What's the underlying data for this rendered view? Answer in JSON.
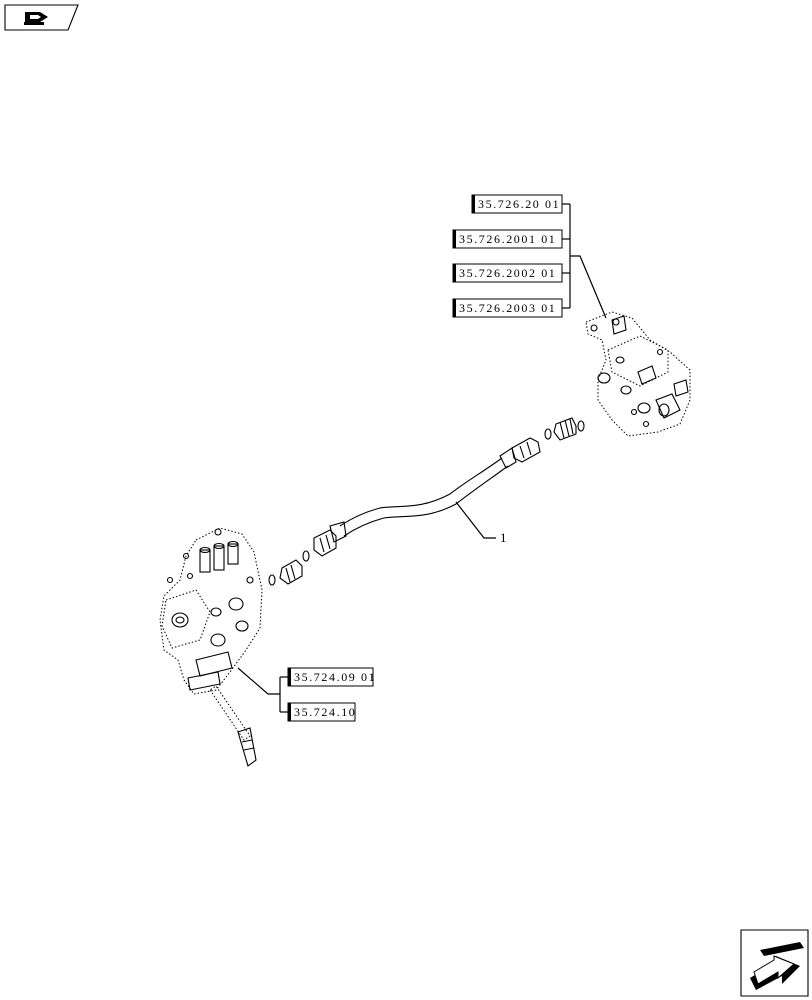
{
  "header": {
    "nav_icon": "back-arrow-icon"
  },
  "footer": {
    "nav_icon": "next-page-arrow-icon"
  },
  "diagram": {
    "part_callout": "1",
    "references_top": [
      "35.726.20 01",
      "35.726.2001 01",
      "35.726.2002 01",
      "35.726.2003 01"
    ],
    "references_bottom": [
      "35.724.09 01",
      "35.724.10"
    ]
  }
}
